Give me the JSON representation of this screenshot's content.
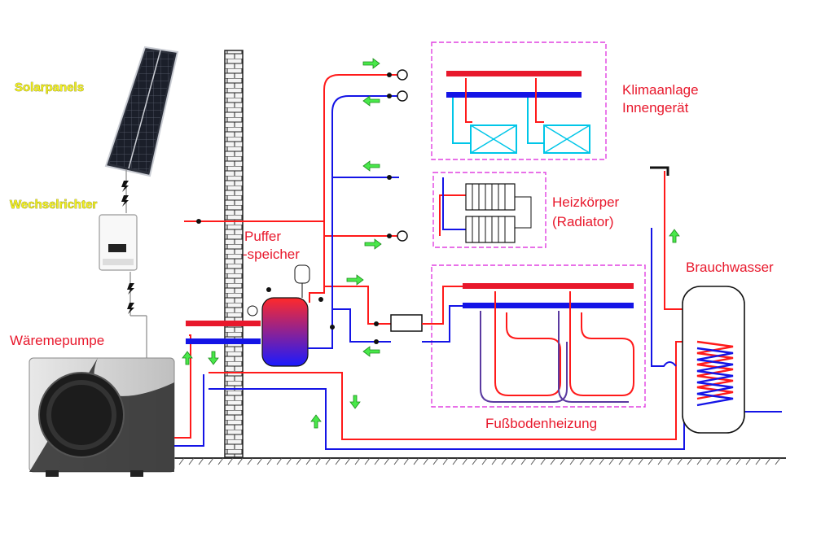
{
  "labels": {
    "solar": "Solarpanels",
    "inverter": "Wechselrichter",
    "heatpump": "Wäremepumpe",
    "buffer_line1": "Puffer",
    "buffer_line2": "-speicher",
    "ac_line1": "Klimaanlage",
    "ac_line2": "Innengerät",
    "radiator_line1": "Heizkörper",
    "radiator_line2": "(Radiator)",
    "dhw": "Brauchwasser",
    "floor": "Fußbodenheizung"
  },
  "colors": {
    "hot": "#ff1a1a",
    "cold": "#1414e6",
    "label_red": "#e8182c",
    "label_yellow": "#f1ef22",
    "flow_arrow": "#49e84a",
    "zone_border": "#e040e0",
    "wall": "#f2f2f2"
  }
}
